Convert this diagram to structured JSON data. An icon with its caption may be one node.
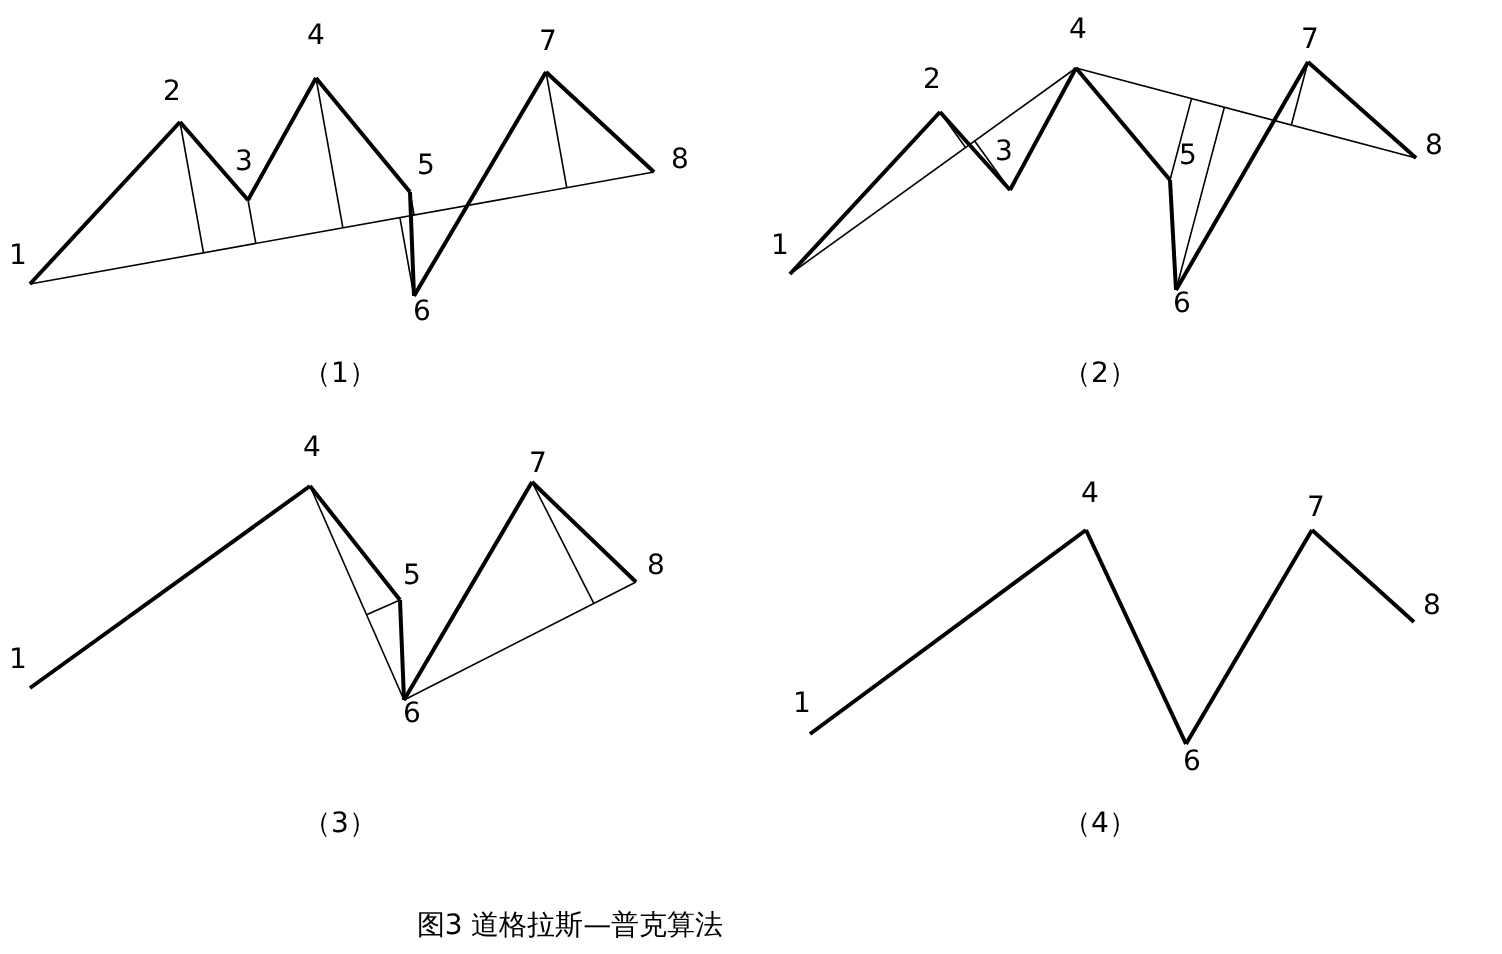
{
  "diagram": {
    "caption": "图3  道格拉斯—普克算法",
    "labels": [
      "1",
      "2",
      "3",
      "4",
      "5",
      "6",
      "7",
      "8",
      "（1）",
      "1",
      "2",
      "3",
      "4",
      "5",
      "6",
      "7",
      "8",
      "（2）",
      "1",
      "4",
      "5",
      "6",
      "7",
      "8",
      "（3）",
      "1",
      "4",
      "6",
      "7",
      "8",
      "（4）"
    ]
  }
}
